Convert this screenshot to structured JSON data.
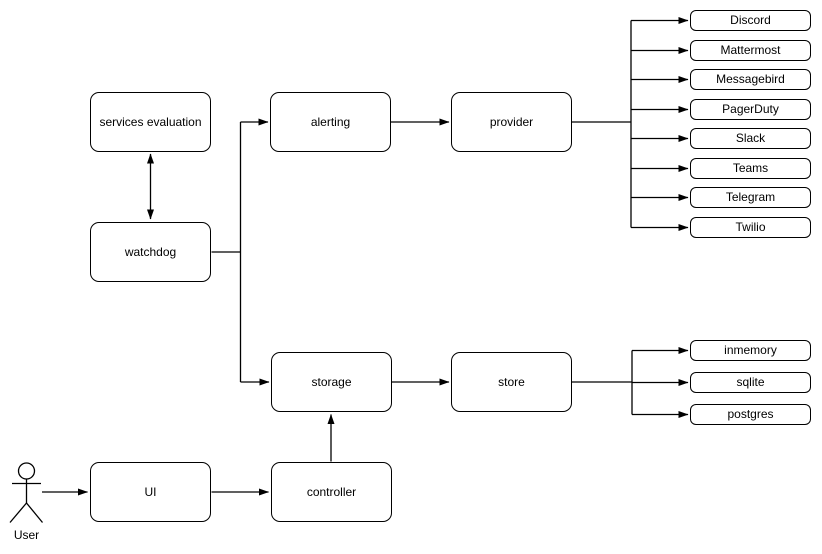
{
  "background": "#ffffff",
  "colors": {
    "stroke": "#000000",
    "node_fill": "#ffffff",
    "text": "#000000"
  },
  "nodes": {
    "services_evaluation": "services evaluation",
    "watchdog": "watchdog",
    "alerting": "alerting",
    "provider": "provider",
    "storage": "storage",
    "store": "store",
    "ui": "UI",
    "controller": "controller"
  },
  "actor": {
    "label": "User"
  },
  "providers": [
    "Discord",
    "Mattermost",
    "Messagebird",
    "PagerDuty",
    "Slack",
    "Teams",
    "Telegram",
    "Twilio"
  ],
  "stores": [
    "inmemory",
    "sqlite",
    "postgres"
  ]
}
